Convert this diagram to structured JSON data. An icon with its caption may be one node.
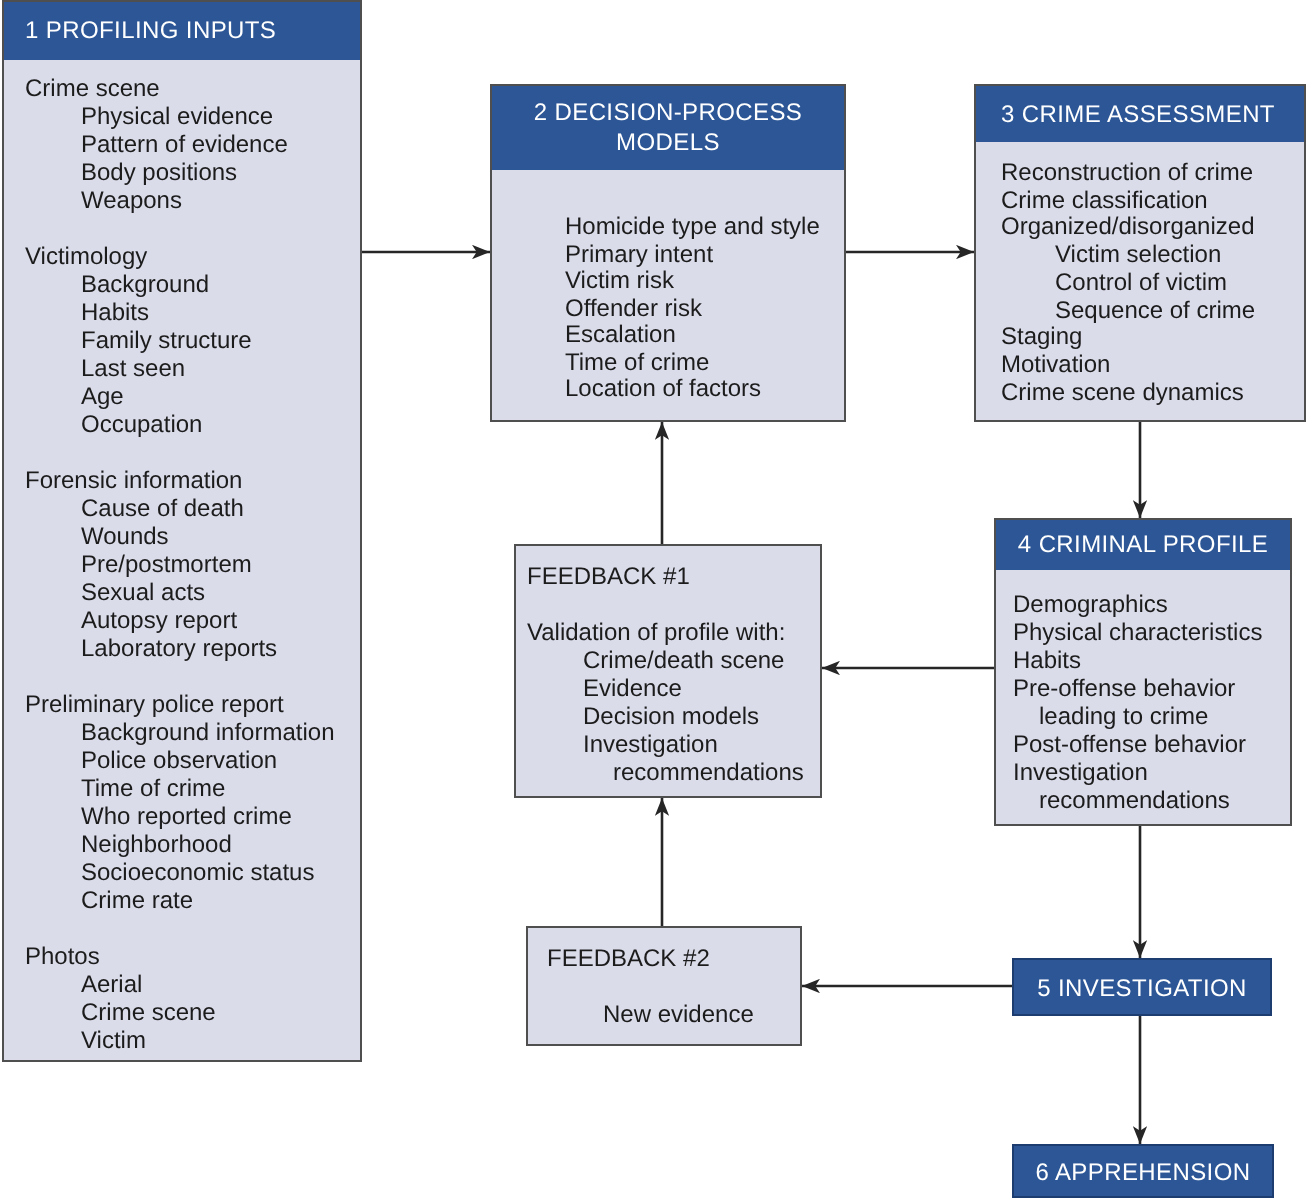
{
  "diagram": {
    "nodes": [
      {
        "text": [
          "1 PROFILING INPUTS",
          "Crime scene",
          "Physical evidence",
          "Pattern of evidence",
          "Body positions",
          "Weapons",
          "Victimology",
          "Background",
          "Habits",
          "Family structure",
          "Last seen",
          "Age",
          "Occupation",
          "Forensic information",
          "Cause of death",
          "Wounds",
          "Pre/postmortem",
          "Sexual acts",
          "Autopsy report",
          "Laboratory reports",
          "Preliminary police report",
          "Background information",
          "Police observation",
          "Time of crime",
          "Who reported crime",
          "Neighborhood",
          "Socioeconomic status",
          "Crime rate",
          "Photos",
          "Aerial",
          "Crime scene",
          "Victim"
        ]
      },
      {
        "text": [
          "2 DECISION-PROCESS MODELS",
          "Homicide type and style",
          "Primary intent",
          "Victim risk",
          "Offender risk",
          "Escalation",
          "Time of crime",
          "Location of factors"
        ]
      },
      {
        "text": [
          "3 CRIME ASSESSMENT",
          "Reconstruction of crime",
          "Crime classification",
          "Organized/disorganized",
          "Victim selection",
          "Control of victim",
          "Sequence of crime",
          "Staging",
          "Motivation",
          "Crime scene dynamics"
        ]
      },
      {
        "text": [
          "4 CRIMINAL PROFILE",
          "Demographics",
          "Physical characteristics",
          "Habits",
          "Pre-offense behavior leading to crime",
          "Post-offense behavior",
          "Investigation recommendations"
        ]
      },
      {
        "text": [
          "FEEDBACK #1",
          "Validation of profile with:",
          "Crime/death scene",
          "Evidence",
          "Decision models",
          "Investigation recommendations"
        ]
      },
      {
        "text": [
          "5 INVESTIGATION"
        ]
      },
      {
        "text": [
          "FEEDBACK #2",
          "New evidence"
        ]
      },
      {
        "text": [
          "6 APPREHENSION"
        ]
      }
    ],
    "edges": [
      {
        "from": 0,
        "to": 1,
        "arrow": "to"
      },
      {
        "from": 1,
        "to": 2,
        "arrow": "to"
      },
      {
        "from": 2,
        "to": 3,
        "arrow": "to"
      },
      {
        "from": 3,
        "to": 4,
        "arrow": "to"
      },
      {
        "from": 4,
        "to": 1,
        "arrow": "to"
      },
      {
        "from": 3,
        "to": 5,
        "arrow": "to"
      },
      {
        "from": 5,
        "to": 6,
        "arrow": "to"
      },
      {
        "from": 6,
        "to": 4,
        "arrow": "to"
      },
      {
        "from": 5,
        "to": 7,
        "arrow": "to"
      }
    ]
  }
}
